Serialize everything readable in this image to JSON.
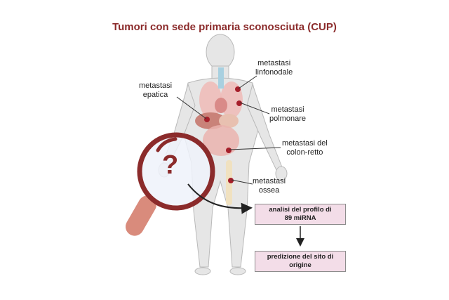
{
  "title": "Tumori con sede primaria sconosciuta (CUP)",
  "labels": {
    "linfonodale": [
      "metastasi",
      "linfonodale"
    ],
    "epatica": [
      "metastasi",
      "epatica"
    ],
    "polmonare": [
      "metastasi",
      "polmonare"
    ],
    "colon": [
      "metastasi del",
      "colon-retto"
    ],
    "ossea": [
      "metastasi",
      "ossea"
    ]
  },
  "boxes": {
    "analysis": [
      "analisi del profilo di",
      "89 miRNA"
    ],
    "prediction": [
      "predizione del sito di",
      "origine"
    ]
  },
  "symbol": "?",
  "icons": {
    "magnifier": "magnifying-glass-icon",
    "body": "human-body-icon"
  },
  "colors": {
    "title": "#8b2b2b",
    "metastasis_dot": "#a61e2a",
    "box_fill": "#f3dde8",
    "magnifier_ring": "#8b2b2b",
    "magnifier_handle": "#d98b7c"
  }
}
